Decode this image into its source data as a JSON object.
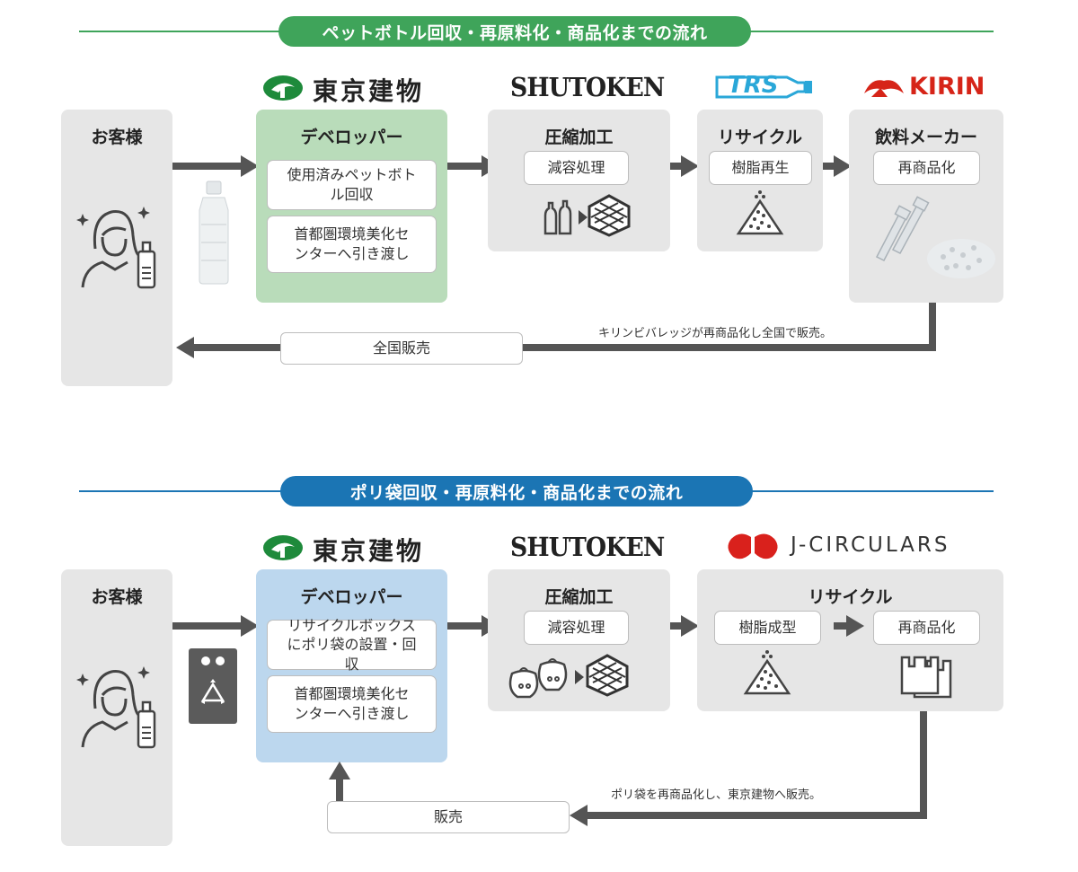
{
  "section1": {
    "title": "ペットボトル回収・再原料化・商品化までの流れ",
    "accent": "#3fa45a",
    "customer": "お客様",
    "developer_logo": "東京建物",
    "developer": {
      "title": "デベロッパー",
      "steps": [
        "使用済みペットボトル回収",
        "首都圏環境美化センターへ引き渡し"
      ]
    },
    "compress_logo": "SHUTOKEN",
    "compress": {
      "title": "圧縮加工",
      "chip": "減容処理"
    },
    "recycle_logo": "TRS",
    "recycle": {
      "title": "リサイクル",
      "chip": "樹脂再生"
    },
    "maker_logo": "KIRIN",
    "maker": {
      "title": "飲料メーカー",
      "chip": "再商品化"
    },
    "note": "キリンビバレッジが再商品化し全国で販売。",
    "return_label": "全国販売"
  },
  "section2": {
    "title": "ポリ袋回収・再原料化・商品化までの流れ",
    "accent": "#1b75b4",
    "customer": "お客様",
    "developer_logo": "東京建物",
    "developer": {
      "title": "デベロッパー",
      "steps": [
        "リサイクルボックスにポリ袋の設置・回収",
        "首都圏環境美化センターへ引き渡し"
      ]
    },
    "compress_logo": "SHUTOKEN",
    "compress": {
      "title": "圧縮加工",
      "chip": "減容処理"
    },
    "recycle_logo": "J-CIRCULARS",
    "recycle": {
      "title": "リサイクル",
      "chip1": "樹脂成型",
      "chip2": "再商品化"
    },
    "note": "ポリ袋を再商品化し、東京建物へ販売。",
    "return_label": "販売"
  },
  "colors": {
    "green_box": "#b9dcba",
    "blue_box": "#bcd7ee",
    "gray_box": "#e6e6e6",
    "arrow": "#555555",
    "kirin_red": "#d62418",
    "trs_blue": "#2aa7d8",
    "jc_red": "#d9211c"
  },
  "icons": [
    "customer-woman-icon",
    "pet-bottle-icon",
    "bottles-icon",
    "compressed-bale-icon",
    "resin-pile-icon",
    "preforms-image",
    "pellets-image",
    "recycle-box-icon",
    "garbage-bags-icon",
    "shopping-bags-icon"
  ]
}
